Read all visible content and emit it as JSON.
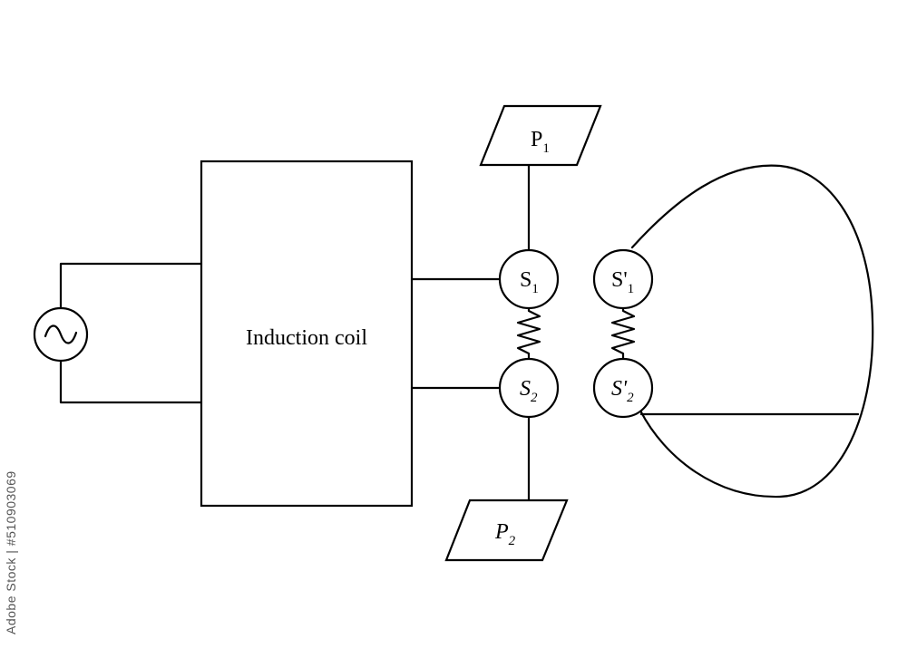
{
  "induction_coil": {
    "label": "Induction coil"
  },
  "ac_source": {
    "symbol": "~"
  },
  "spheres": {
    "s1": {
      "main": "S",
      "sub": "1"
    },
    "s2": {
      "main": "S",
      "sub": "2"
    },
    "s1_prime": {
      "main": "S'",
      "sub": "1"
    },
    "s2_prime": {
      "main": "S'",
      "sub": "2"
    }
  },
  "plates": {
    "p1": {
      "main": "P",
      "sub": "1"
    },
    "p2": {
      "main": "P",
      "sub": "2"
    }
  },
  "watermark": {
    "text": "Adobe Stock | #510903069"
  }
}
